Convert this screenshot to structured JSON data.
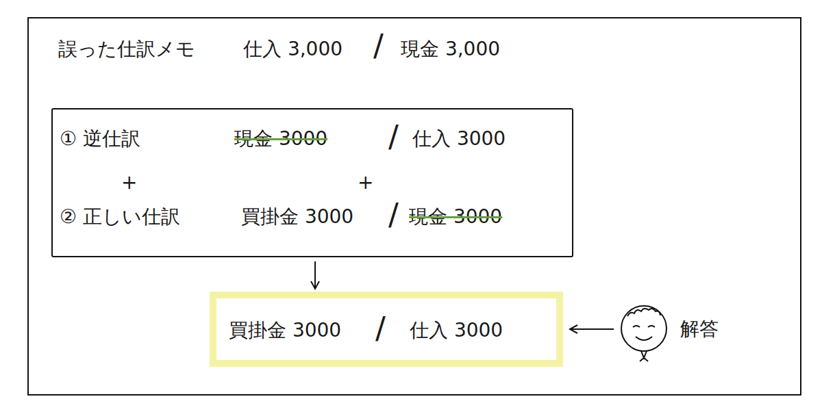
{
  "diagram": {
    "nodes": [
      {
        "text": [
          "① 逆仕訳",
          "現金 3000",
          "/",
          "仕入 3000",
          "+",
          "+",
          "② 正しい仕訳",
          "買掛金 3000",
          "/",
          "現金 3000"
        ]
      },
      {
        "text": [
          "買掛金 3000",
          "/",
          "仕入 3000"
        ]
      },
      {
        "text": [
          "解答"
        ]
      }
    ],
    "edges": [
      {
        "from": 0,
        "to": 1,
        "arrow": "to"
      },
      {
        "from": 2,
        "to": 1,
        "arrow": "to"
      }
    ],
    "labels": [
      "誤った仕訳メモ",
      "仕入 3,000",
      "/",
      "現金 3,000"
    ]
  }
}
